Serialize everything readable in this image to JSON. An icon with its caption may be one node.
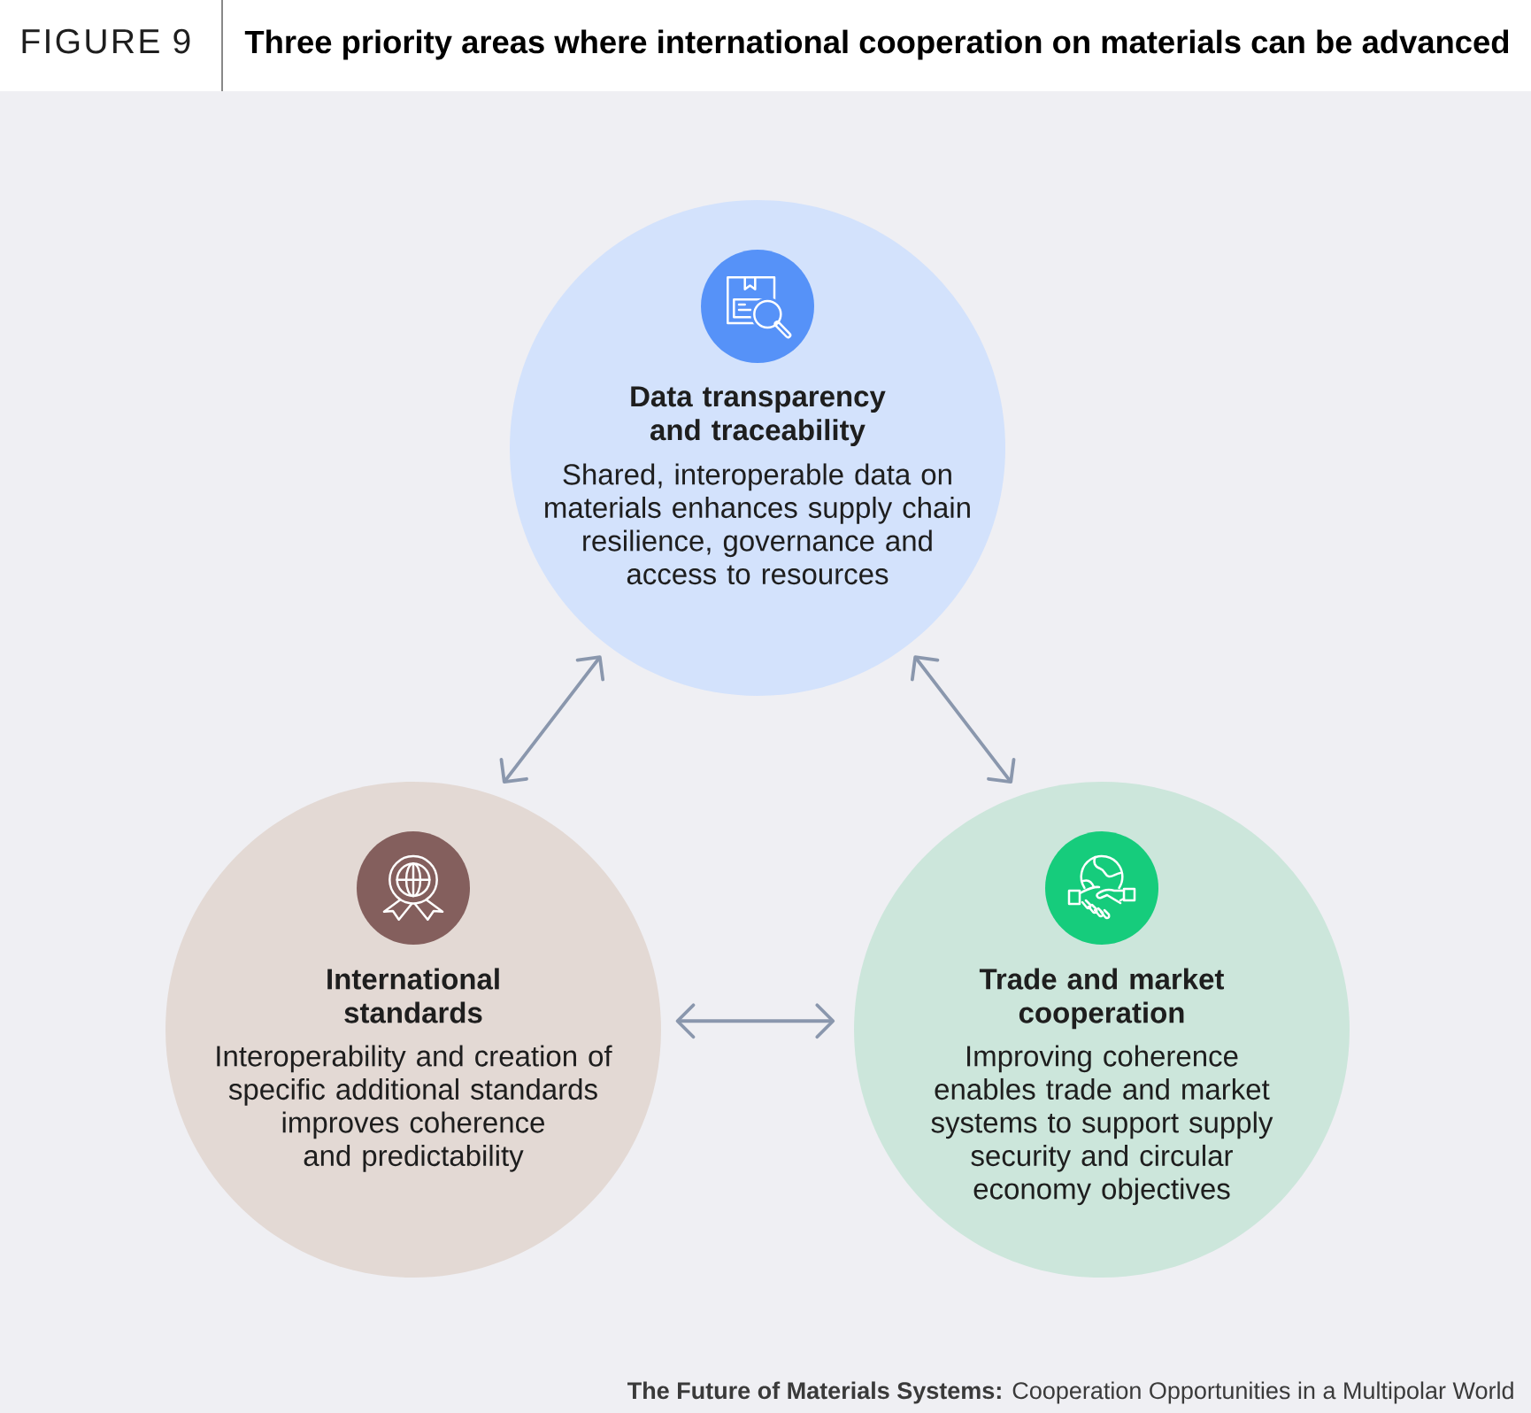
{
  "diagram": {
    "title": "Three priority areas where international cooperation on materials can be advanced",
    "nodes": [
      {
        "text": [
          "Data transparency and traceability",
          "Shared, interoperable data on materials enhances supply chain resilience, governance and access to resources"
        ]
      },
      {
        "text": [
          "International standards",
          "Interoperability and creation of specific additional standards improves coherence and predictability"
        ]
      },
      {
        "text": [
          "Trade and market cooperation",
          "Improving coherence enables trade and market systems to support supply security and circular economy objectives"
        ]
      }
    ],
    "edges": [
      {
        "from": 0,
        "to": 1,
        "arrow": "both"
      },
      {
        "from": 0,
        "to": 2,
        "arrow": "both"
      },
      {
        "from": 1,
        "to": 2,
        "arrow": "both"
      }
    ],
    "labels": [
      "FIGURE 9",
      "**The Future of Materials Systems:** Cooperation Opportunities in a Multipolar World"
    ]
  }
}
